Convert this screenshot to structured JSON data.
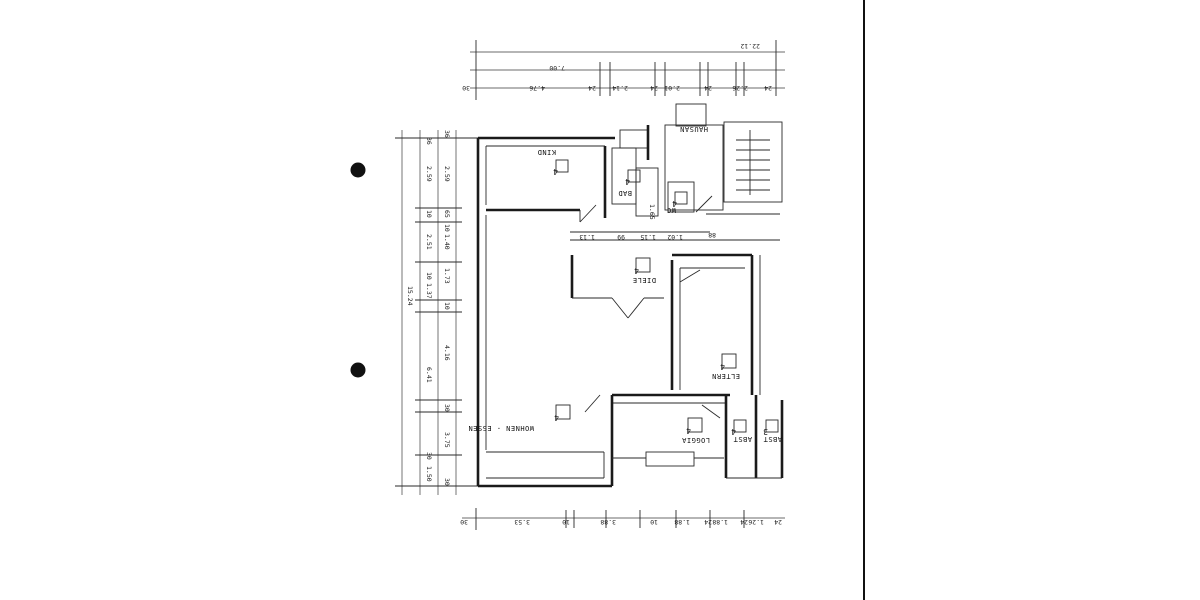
{
  "rooms": {
    "kind": "KIND",
    "bad": "BAD",
    "wc": "WC",
    "hausan": "HAUSAN",
    "diele": "DIELE",
    "eltern": "ELTERN",
    "wohnen": "WOHNEN - ESSEN",
    "loggia": "LOGGIA",
    "abst1": "ABST",
    "abst2": "ABST"
  },
  "room_numbers": {
    "kind": "4",
    "bad": "4",
    "wc": "4",
    "diele": "4",
    "eltern": "4",
    "wohnen": "4",
    "loggia": "4",
    "abst1": "4",
    "abst2": "3"
  },
  "dims_top": {
    "total": "22.12",
    "mid": "7.00",
    "d1": "30",
    "d2": "4.76",
    "d3": "24",
    "d4": "2.14",
    "d5": "24",
    "d6": "2.01",
    "d7": "24",
    "d8": "2.26",
    "d9": "24"
  },
  "dims_left": {
    "total": "15.24",
    "a1": "36",
    "a2": "2.59",
    "a3": "10",
    "a4": "2.51",
    "a5": "10",
    "a6": "1.37",
    "a7": "6.41",
    "a8": "30",
    "a9": "1.50",
    "b1": "36",
    "b2": "2.59",
    "b3": "65",
    "b4": "10",
    "b5": "1.40",
    "b6": "1.73",
    "b7": "10",
    "b8": "4.16",
    "b9": "30",
    "b10": "3.75",
    "b11": "30"
  },
  "dims_bottom": {
    "d1": "30",
    "d2": "3.53",
    "d3": "10",
    "d4": "3.88",
    "d5": "10",
    "d6": "1.88",
    "d7": "24",
    "d8": "1.88",
    "d9": "24",
    "d10": "1.26",
    "d11": "24"
  },
  "dims_inner": {
    "i1": "1.13",
    "i2": "99",
    "i3": "1.15",
    "i4": "1.02",
    "i5": "88",
    "i6": "1.65"
  }
}
